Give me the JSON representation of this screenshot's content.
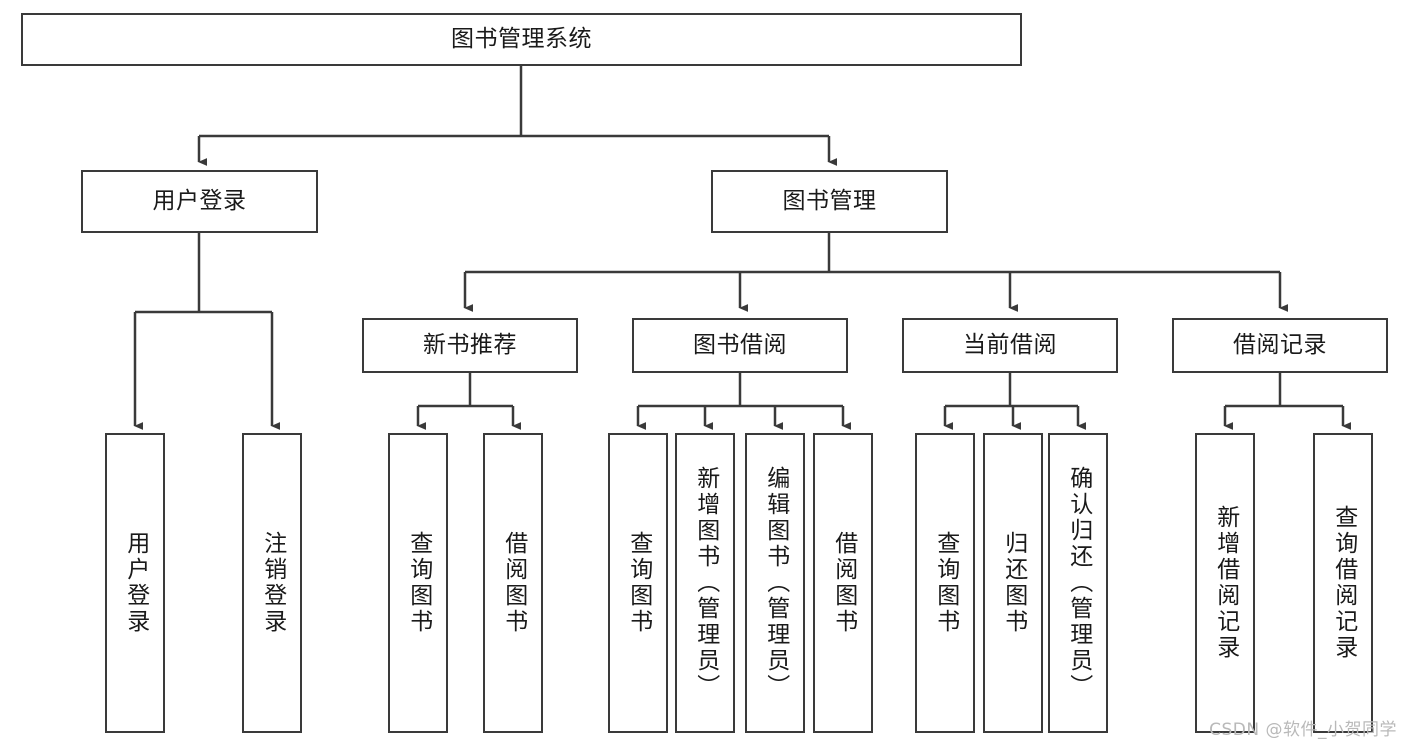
{
  "diagram": {
    "type": "hierarchy-tree",
    "title": "图书管理系统",
    "line_color": "#3a3a3a",
    "box_fill": "#ffffff",
    "text_color": "#1a1a1a",
    "root": {
      "label": "图书管理系统"
    },
    "level2": [
      {
        "label": "用户登录"
      },
      {
        "label": "图书管理"
      }
    ],
    "level3": [
      {
        "label": "新书推荐"
      },
      {
        "label": "图书借阅"
      },
      {
        "label": "当前借阅"
      },
      {
        "label": "借阅记录"
      }
    ],
    "leaves": {
      "user_login": [
        {
          "label": "用户登录"
        },
        {
          "label": "注销登录"
        }
      ],
      "new_book_recommend": [
        {
          "label": "查询图书"
        },
        {
          "label": "借阅图书"
        }
      ],
      "book_borrow": [
        {
          "label": "查询图书"
        },
        {
          "label": "新增图书（管理员）"
        },
        {
          "label": "编辑图书（管理员）"
        },
        {
          "label": "借阅图书"
        }
      ],
      "current_borrow": [
        {
          "label": "查询图书"
        },
        {
          "label": "归还图书"
        },
        {
          "label": "确认归还（管理员）"
        }
      ],
      "borrow_record": [
        {
          "label": "新增借阅记录"
        },
        {
          "label": "查询借阅记录"
        }
      ]
    }
  },
  "watermark": {
    "text": "CSDN @软件_小贺同学"
  }
}
